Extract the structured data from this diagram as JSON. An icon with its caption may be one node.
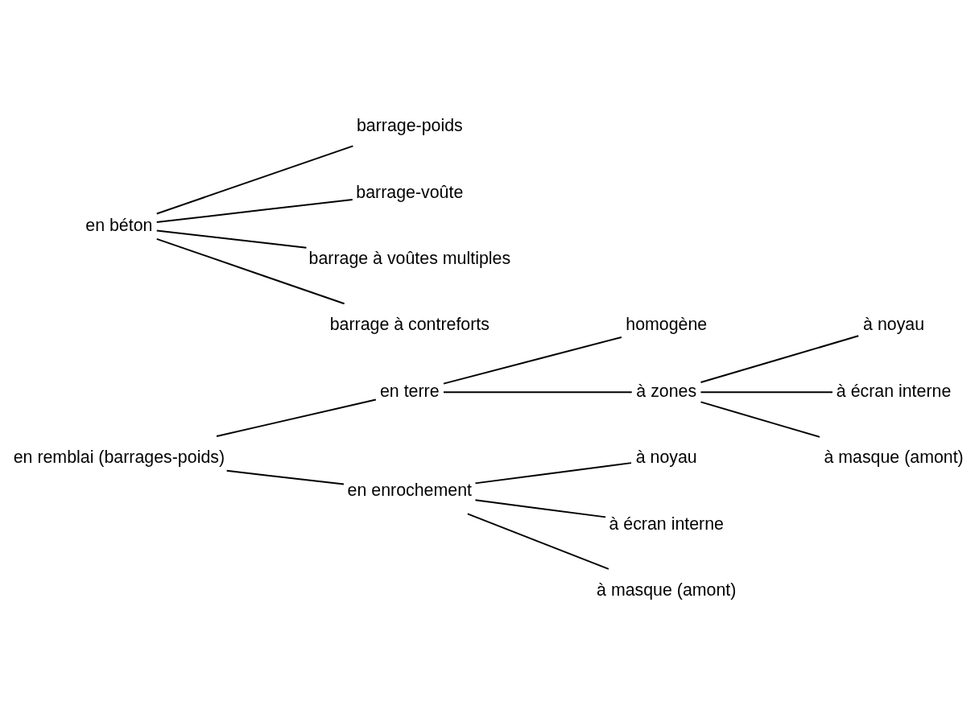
{
  "diagram": {
    "nodes": [
      {
        "text": [
          "en remblai (barrages-poids)"
        ]
      },
      {
        "text": [
          "en terre"
        ]
      },
      {
        "text": [
          "homogène"
        ]
      },
      {
        "text": [
          "à zones"
        ]
      },
      {
        "text": [
          "à noyau"
        ]
      },
      {
        "text": [
          "à écran interne"
        ]
      },
      {
        "text": [
          "à masque (amont)"
        ]
      },
      {
        "text": [
          "en enrochement"
        ]
      },
      {
        "text": [
          "à noyau"
        ]
      },
      {
        "text": [
          "à écran interne"
        ]
      },
      {
        "text": [
          "à masque (amont)"
        ]
      },
      {
        "text": [
          "en béton"
        ]
      },
      {
        "text": [
          "barrage-poids"
        ]
      },
      {
        "text": [
          "barrage-voûte"
        ]
      },
      {
        "text": [
          "barrage à voûtes multiples"
        ]
      },
      {
        "text": [
          "barrage à contreforts"
        ]
      }
    ],
    "edges": [
      {
        "from": 0,
        "to": 1,
        "arrow": "none"
      },
      {
        "from": 1,
        "to": 2,
        "arrow": "none"
      },
      {
        "from": 1,
        "to": 3,
        "arrow": "none"
      },
      {
        "from": 3,
        "to": 4,
        "arrow": "none"
      },
      {
        "from": 3,
        "to": 5,
        "arrow": "none"
      },
      {
        "from": 3,
        "to": 6,
        "arrow": "none"
      },
      {
        "from": 0,
        "to": 7,
        "arrow": "none"
      },
      {
        "from": 7,
        "to": 8,
        "arrow": "none"
      },
      {
        "from": 7,
        "to": 9,
        "arrow": "none"
      },
      {
        "from": 7,
        "to": 10,
        "arrow": "none"
      },
      {
        "from": 11,
        "to": 12,
        "arrow": "none"
      },
      {
        "from": 11,
        "to": 13,
        "arrow": "none"
      },
      {
        "from": 11,
        "to": 14,
        "arrow": "none"
      },
      {
        "from": 11,
        "to": 15,
        "arrow": "none"
      }
    ]
  }
}
